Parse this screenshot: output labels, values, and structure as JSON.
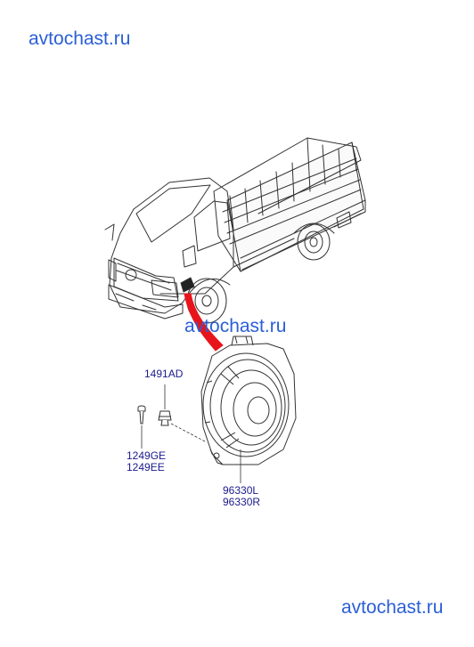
{
  "watermarks": {
    "top": "avtochast.ru",
    "middle": "avtochast.ru",
    "bottom": "avtochast.ru"
  },
  "parts": {
    "clip": "1491AD",
    "screw_a": "1249GE",
    "screw_b": "1249EE",
    "speaker_l": "96330L",
    "speaker_r": "96330R"
  },
  "colors": {
    "watermark": "#2a5fd6",
    "label": "#1a1a8c",
    "pointer": "#e8141c",
    "line": "#333333"
  }
}
